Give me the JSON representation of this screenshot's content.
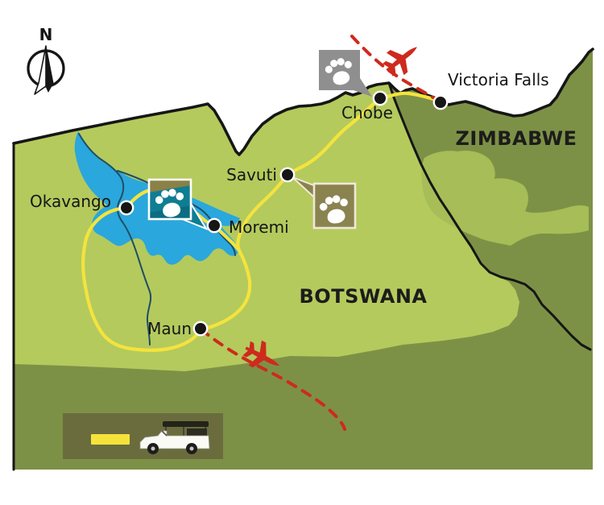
{
  "compass": {
    "north_label": "N"
  },
  "countries": [
    {
      "id": "botswana",
      "label": "BOTSWANA"
    },
    {
      "id": "zimbabwe",
      "label": "ZIMBABWE"
    }
  ],
  "places": [
    {
      "id": "victoria-falls",
      "label": "Victoria Falls"
    },
    {
      "id": "chobe",
      "label": "Chobe"
    },
    {
      "id": "savuti",
      "label": "Savuti"
    },
    {
      "id": "okavango",
      "label": "Okavango"
    },
    {
      "id": "moremi",
      "label": "Moremi"
    },
    {
      "id": "maun",
      "label": "Maun"
    }
  ],
  "markers": {
    "wildlife_icon": "paw-print-icon",
    "flight_icon": "airplane-icon",
    "vehicle_icon": "safari-truck-icon"
  },
  "colors": {
    "background": "#ffffff",
    "botswana_green": "#b4ca5d",
    "zimbabwe_green": "#7d9146",
    "zimbabwe_highlight": "#a6bd58",
    "delta_blue": "#2aa7dc",
    "river_blue": "#1f4e66",
    "border_black": "#161616",
    "road_yellow": "#f4e33e",
    "flight_red": "#ce2a1d",
    "marker_gray": "#8f8f8f",
    "marker_olive": "#8a8350",
    "marker_teal": "#0f7d92",
    "legend_box": "#6a6c3e",
    "legend_swatch": "#f5e33b"
  }
}
